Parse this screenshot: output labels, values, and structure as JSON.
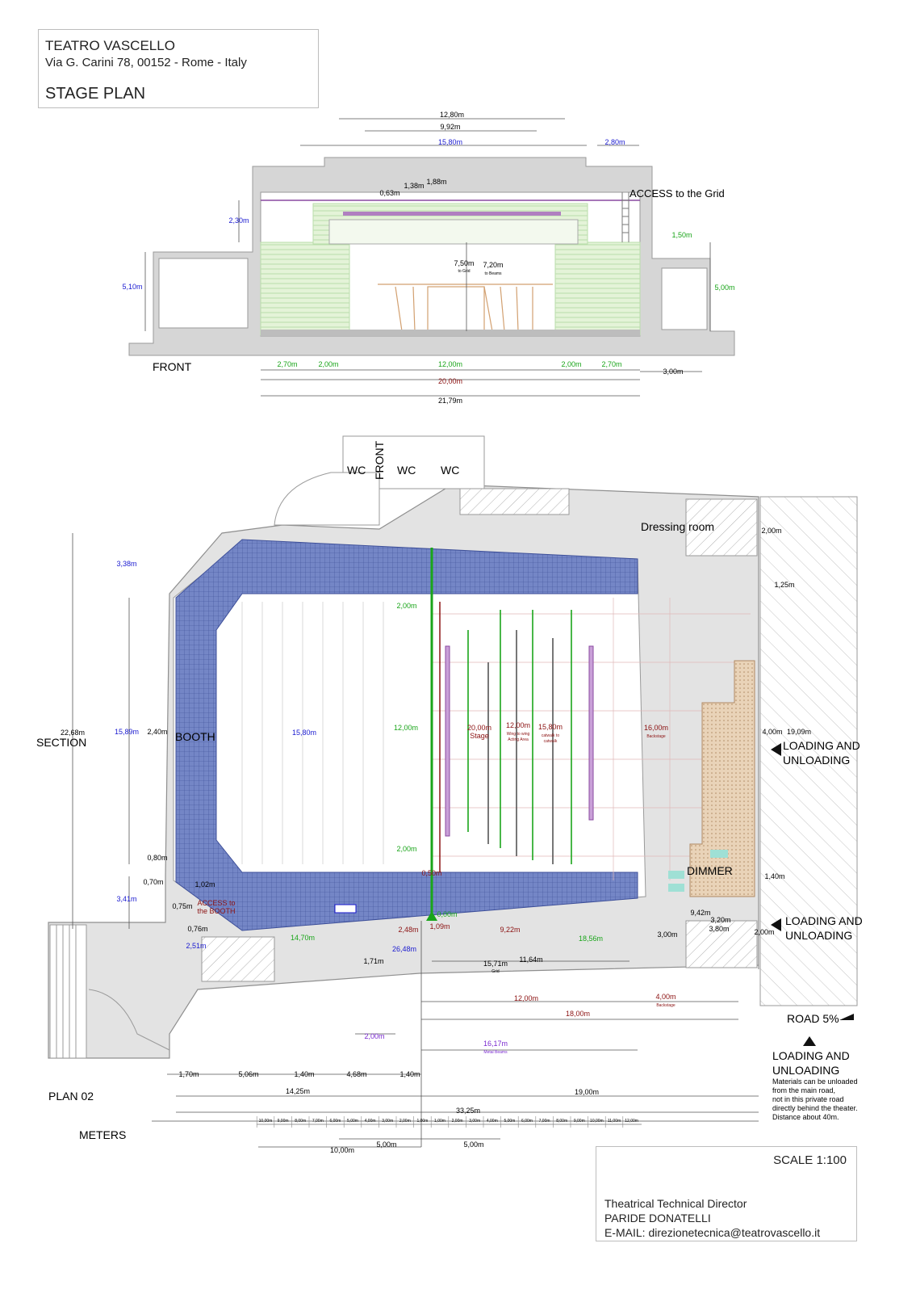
{
  "header": {
    "theatre_name": "TEATRO VASCELLO",
    "address": "Via G. Carini 78, 00152 - Rome - Italy",
    "sheet_title": "STAGE PLAN"
  },
  "section": {
    "labels": {
      "front": "FRONT",
      "access_grid": "ACCESS to the Grid",
      "to_grid": "to Grid",
      "to_beams": "to Beams"
    },
    "dims": {
      "d_12_80": "12,80m",
      "d_9_92": "9,92m",
      "d_15_80": "15,80m",
      "d_2_80": "2,80m",
      "d_0_63": "0,63m",
      "d_1_38": "1,38m",
      "d_1_88": "1,88m",
      "d_2_30": "2,30m",
      "d_1_50": "1,50m",
      "d_5_10": "5,10m",
      "d_5_00": "5,00m",
      "d_7_50": "7,50m",
      "d_7_20": "7,20m",
      "d_2_70a": "2,70m",
      "d_2_00a": "2,00m",
      "d_12_00": "12,00m",
      "d_2_00b": "2,00m",
      "d_2_70b": "2,70m",
      "d_3_00": "3,00m",
      "d_20_00": "20,00m",
      "d_21_79": "21,79m"
    }
  },
  "plan": {
    "labels": {
      "wc1": "WC",
      "wc2": "WC",
      "wc3": "WC",
      "front": "FRONT",
      "dressing": "Dressing room",
      "section": "SECTION",
      "booth": "BOOTH",
      "stage": "Stage",
      "wing": "Wing to wing",
      "acting": "Acting Area",
      "catwalk": "catwalk to",
      "catwalk2": "catwalk",
      "backstage": "Backstage",
      "dimmer": "DIMMER",
      "access_booth1": "ACCESS to",
      "access_booth2": "the BOOTH",
      "loading1a": "LOADING AND",
      "loading1b": "UNLOADING",
      "loading2a": "LOADING AND",
      "loading2b": "UNLOADING",
      "road": "ROAD 5%",
      "loading3a": "LOADING AND",
      "loading3b": "UNLOADING",
      "note1": "Materials can be unloaded",
      "note2": "from the main road,",
      "note3": "not in this private road",
      "note4": "directly behind the theater.",
      "note5": "Distance about 40m.",
      "plan_title": "PLAN 02",
      "meters": "METERS",
      "backstage2": "Backstage",
      "metal_beams": "Metal Beams",
      "grid": "Grid"
    },
    "dims": {
      "d_3_38": "3,38m",
      "d_22_68": "22,68m",
      "d_15_89": "15,89m",
      "d_2_40": "2,40m",
      "d_15_80": "15,80m",
      "d_2_00a": "2,00m",
      "d_12_00": "12,00m",
      "d_2_00b": "2,00m",
      "d_20_00": "20,00m",
      "d_12_00b": "12,00m",
      "d_15_80b": "15,80m",
      "d_16_00": "16,00m",
      "d_2_00c": "2,00m",
      "d_1_25": "1,25m",
      "d_4_00": "4,00m",
      "d_19_09": "19,09m",
      "d_0_80": "0,80m",
      "d_0_70": "0,70m",
      "d_1_02": "1,02m",
      "d_3_41": "3,41m",
      "d_0_75": "0,75m",
      "d_0_76": "0,76m",
      "d_2_51": "2,51m",
      "d_0_50": "0,50m",
      "d_0_00": "0,00m",
      "d_1_09": "1,09m",
      "d_2_48": "2,48m",
      "d_9_22": "9,22m",
      "d_14_70": "14,70m",
      "d_26_48": "26,48m",
      "d_18_56": "18,56m",
      "d_9_42": "9,42m",
      "d_3_20": "3,20m",
      "d_3_80": "3,80m",
      "d_3_00": "3,00m",
      "d_2_00d": "2,00m",
      "d_1_40": "1,40m",
      "d_1_71": "1,71m",
      "d_15_71": "15,71m",
      "d_11_64": "11,64m",
      "d_12_00c": "12,00m",
      "d_4_00b": "4,00m",
      "d_18_00": "18,00m",
      "d_2_00e": "2,00m",
      "d_16_17": "16,17m",
      "d_1_70": "1,70m",
      "d_5_06": "5,06m",
      "d_1_40b": "1,40m",
      "d_4_68": "4,68m",
      "d_1_40c": "1,40m",
      "d_14_25": "14,25m",
      "d_19_00": "19,00m",
      "d_33_25": "33,25m"
    },
    "scale_ticks": [
      "10,00m",
      "9,00m",
      "8,00m",
      "7,00m",
      "6,00m",
      "5,00m",
      "4,00m",
      "3,00m",
      "2,00m",
      "1,00m",
      "1,00m",
      "2,00m",
      "3,00m",
      "4,00m",
      "5,00m",
      "6,00m",
      "7,00m",
      "8,00m",
      "9,00m",
      "10,00m",
      "11,00m",
      "12,00m"
    ],
    "scale_bar": {
      "s5a": "5,00m",
      "s5b": "5,00m",
      "s10": "10,00m"
    }
  },
  "footer": {
    "scale": "SCALE 1:100",
    "role": "Theatrical Technical Director",
    "name": "PARIDE DONATELLI",
    "email": "E-MAIL: direzionetecnica@teatrovascello.it"
  },
  "colors": {
    "blue_dim": "#1a1ad0",
    "green_dim": "#1aa51a",
    "red_dim": "#8b1010",
    "purple_dim": "#7a2ad0",
    "stalls": "#5a6fb8",
    "stage_fill": "#d9efc8",
    "wall": "#cfcfcf"
  }
}
